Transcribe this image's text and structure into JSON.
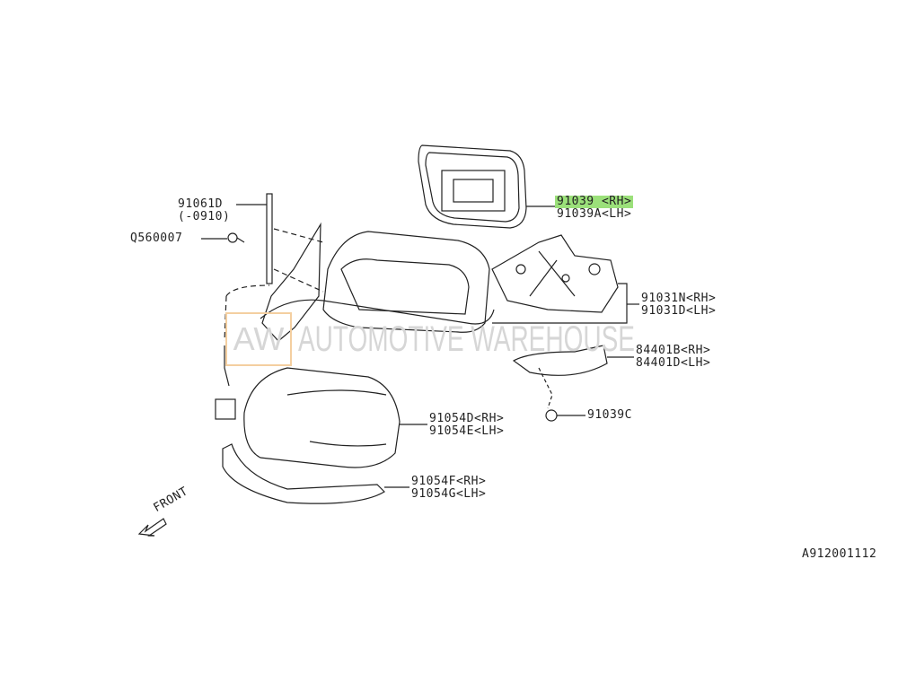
{
  "parts": [
    {
      "id": "p91061D",
      "lines": [
        "91061D",
        "(-0910)"
      ]
    },
    {
      "id": "pQ560007",
      "lines": [
        "Q560007"
      ]
    },
    {
      "id": "p91039",
      "lines": [
        "91039 <RH>",
        "91039A<LH>"
      ],
      "highlighted": true
    },
    {
      "id": "p91031",
      "lines": [
        "91031N<RH>",
        "91031D<LH>"
      ]
    },
    {
      "id": "p84401",
      "lines": [
        "84401B<RH>",
        "84401D<LH>"
      ]
    },
    {
      "id": "p91039C",
      "lines": [
        "91039C"
      ]
    },
    {
      "id": "p91054DE",
      "lines": [
        "91054D<RH>",
        "91054E<LH>"
      ]
    },
    {
      "id": "p91054FG",
      "lines": [
        "91054F<RH>",
        "91054G<LH>"
      ]
    }
  ],
  "direction_label": "FRONT",
  "diagram_id": "A912001112",
  "watermark": {
    "logo": "AW",
    "text": "AUTOMOTIVE WAREHOUSE"
  },
  "colors": {
    "highlight": "#9be07a",
    "line": "#222222",
    "watermark": "#d6d6d6"
  }
}
